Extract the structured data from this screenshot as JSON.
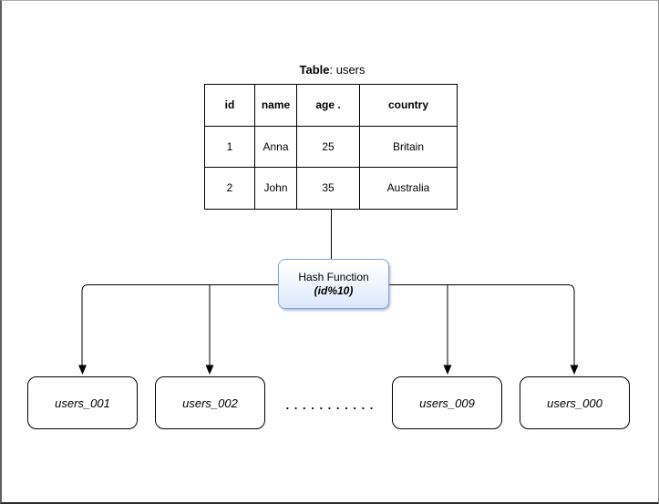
{
  "diagram": {
    "table": {
      "title_prefix": "Table",
      "title_suffix": ": users",
      "headers": [
        "id",
        "name",
        "age .",
        "country"
      ],
      "rows": [
        [
          "1",
          "Anna",
          "25",
          "Britain"
        ],
        [
          "2",
          "John",
          "35",
          "Australia"
        ]
      ]
    },
    "hash": {
      "line1": "Hash Function",
      "line2": "(id%10)"
    },
    "shards": [
      {
        "label": "users_001"
      },
      {
        "label": "users_002"
      },
      {
        "label": "users_009"
      },
      {
        "label": "users_000"
      }
    ],
    "ellipsis": ". . . . . . . . . . .",
    "colors": {
      "hash_border": "#7ea6e0",
      "hash_fill_top": "#ffffff",
      "hash_fill_bottom": "#dae8fc",
      "line": "#000000",
      "canvas_bg": "#ffffff"
    }
  }
}
